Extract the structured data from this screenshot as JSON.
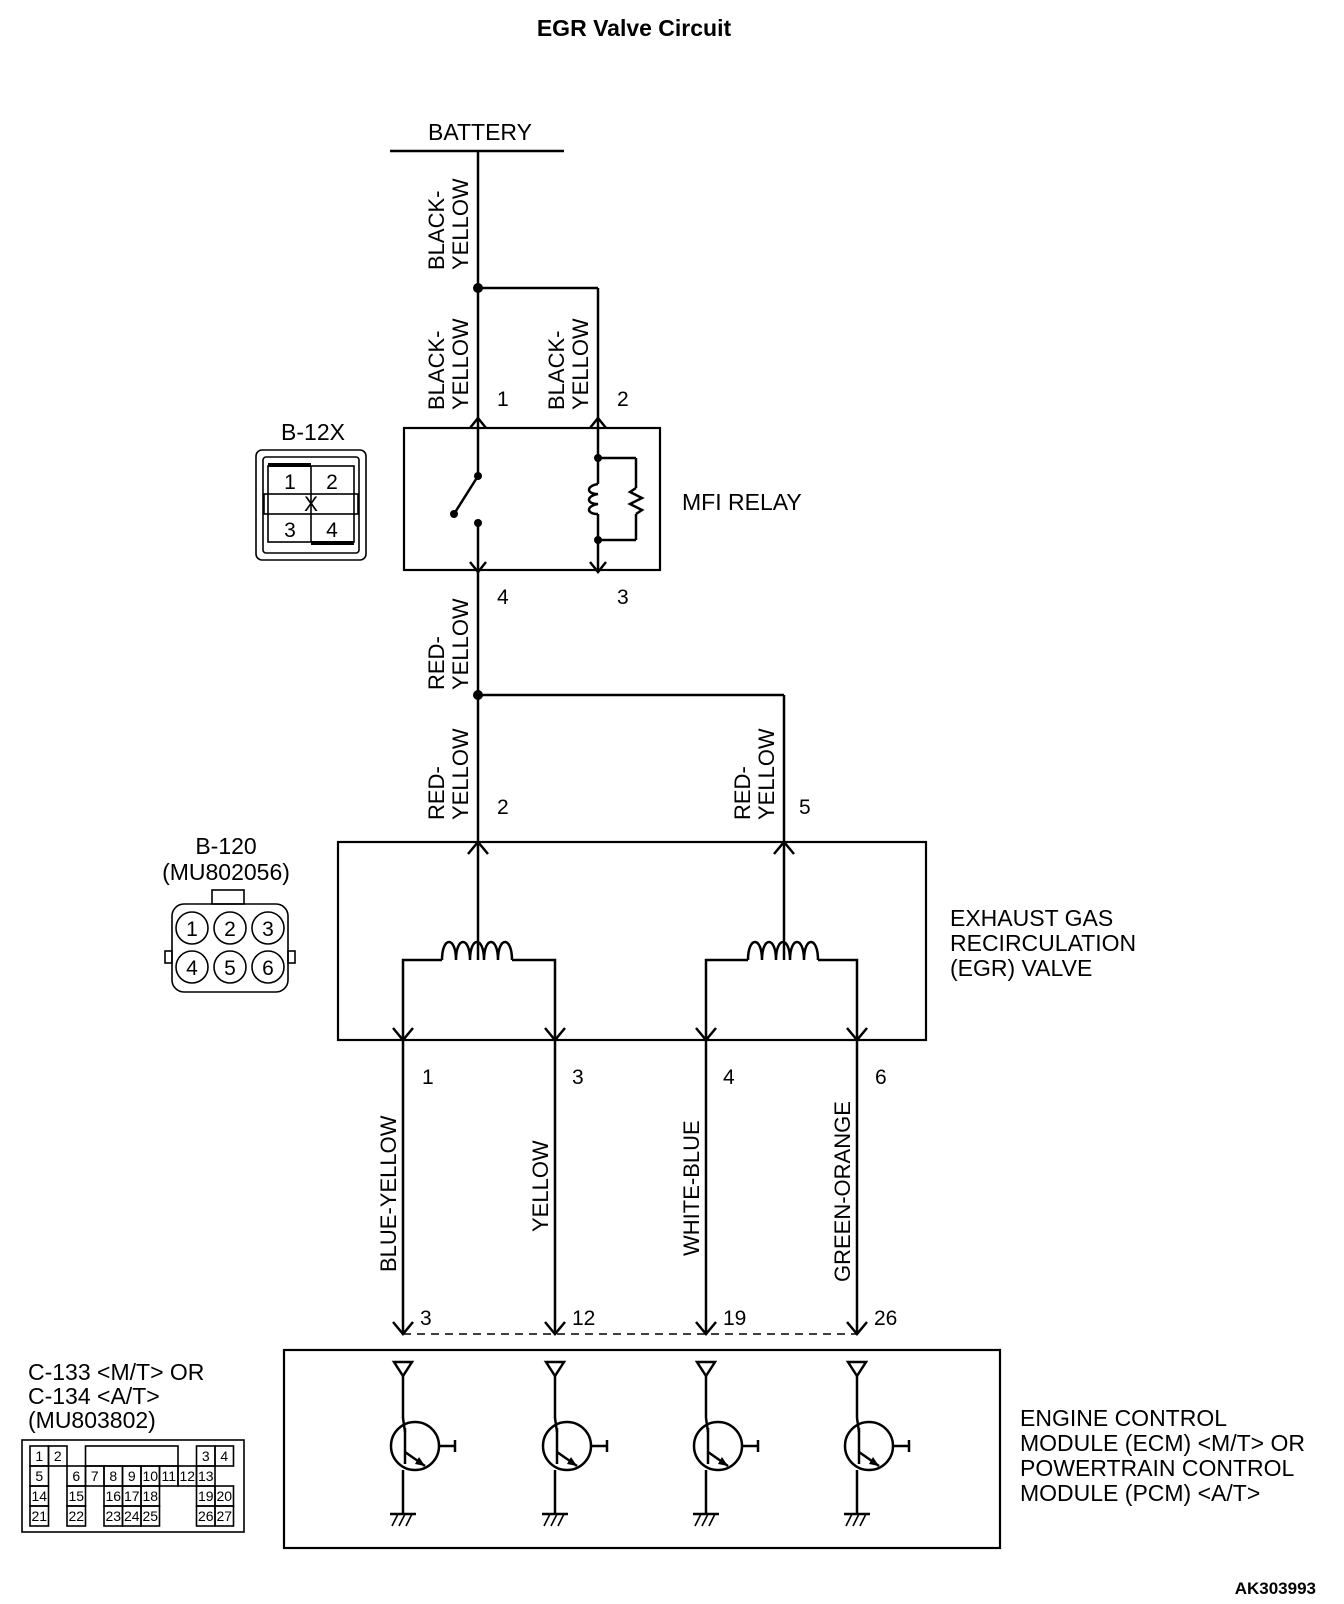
{
  "title": "EGR Valve Circuit",
  "footer_ref": "AK303993",
  "battery": {
    "label": "BATTERY"
  },
  "wires": {
    "battery_feed": "BLACK-\nYELLOW",
    "relay_pin1": "BLACK-\nYELLOW",
    "relay_pin2": "BLACK-\nYELLOW",
    "relay_out": "RED-\nYELLOW",
    "egr_pin2": "RED-\nYELLOW",
    "egr_pin5": "RED-\nYELLOW",
    "egr_pin1": "BLUE-YELLOW",
    "egr_pin3": "YELLOW",
    "egr_pin4": "WHITE-BLUE",
    "egr_pin6": "GREEN-ORANGE"
  },
  "mfi_relay": {
    "label": "MFI RELAY",
    "connector": "B-12X",
    "connector_pins": [
      "1",
      "2",
      "X",
      "3",
      "4"
    ],
    "pins": {
      "top_left": "1",
      "top_right": "2",
      "bottom_left": "4",
      "bottom_right": "3"
    }
  },
  "egr_valve": {
    "label_lines": [
      "EXHAUST GAS",
      "RECIRCULATION",
      "(EGR) VALVE"
    ],
    "connector": "B-120",
    "part_number": "(MU802056)",
    "connector_pins": [
      "1",
      "2",
      "3",
      "4",
      "5",
      "6"
    ],
    "pins": {
      "supply_a": "2",
      "supply_b": "5",
      "out_1": "1",
      "out_3": "3",
      "out_4": "4",
      "out_6": "6"
    }
  },
  "ecm": {
    "label_lines": [
      "ENGINE CONTROL",
      "MODULE (ECM) <M/T> OR",
      "POWERTRAIN CONTROL",
      "MODULE (PCM) <A/T>"
    ],
    "connector_lines": [
      "C-133 <M/T> OR",
      "C-134 <A/T>",
      "(MU803802)"
    ],
    "pins": [
      "3",
      "12",
      "19",
      "26"
    ],
    "connector_grid": [
      [
        "1",
        "2",
        "",
        "",
        "",
        "",
        "",
        "",
        "",
        "3",
        "4"
      ],
      [
        "5",
        "6",
        "7",
        "8",
        "9",
        "10",
        "11",
        "12",
        "13"
      ],
      [
        "14",
        "15",
        "16",
        "17",
        "18",
        "19",
        "20"
      ],
      [
        "21",
        "22",
        "23",
        "24",
        "25",
        "26",
        "27"
      ]
    ]
  }
}
